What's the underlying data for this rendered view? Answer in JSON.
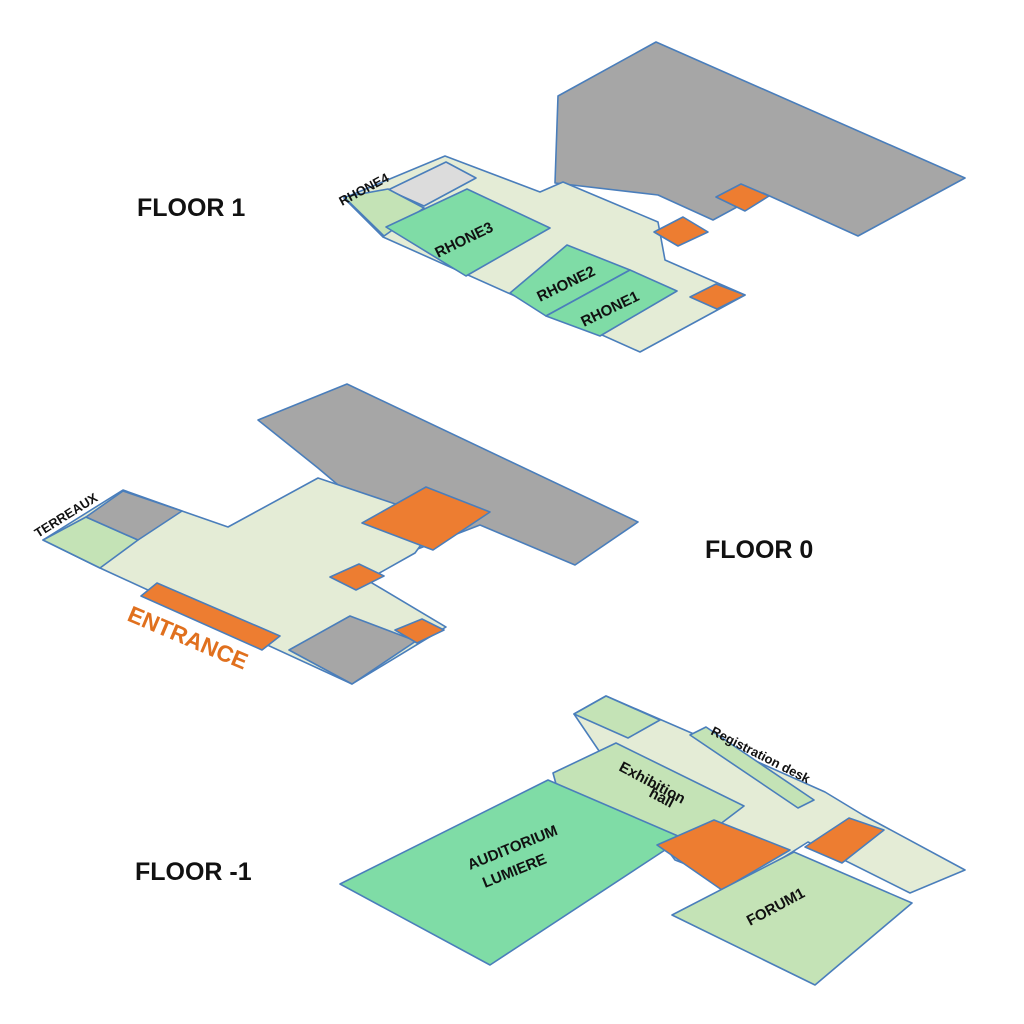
{
  "colors": {
    "corridor": "#E4ECD6",
    "room_green": "#7FDCA6",
    "room_light_green": "#C4E3B6",
    "gray_block": "#A6A6A6",
    "light_gray": "#DCDCDC",
    "orange": "#ED7D31",
    "outline": "#4A7EBB"
  },
  "floors": [
    {
      "id": "floor-1",
      "label": "FLOOR 1",
      "rooms": [
        "RHONE1",
        "RHONE2",
        "RHONE3",
        "RHONE4"
      ]
    },
    {
      "id": "floor-0",
      "label": "FLOOR 0",
      "rooms": [
        "TERREAUX"
      ],
      "entrance": "ENTRANCE"
    },
    {
      "id": "floor-minus-1",
      "label": "FLOOR -1",
      "rooms": [
        "AUDITORIUM",
        "LUMIERE",
        "Exhibition",
        "hall",
        "Registration desk",
        "FORUM1"
      ]
    }
  ]
}
